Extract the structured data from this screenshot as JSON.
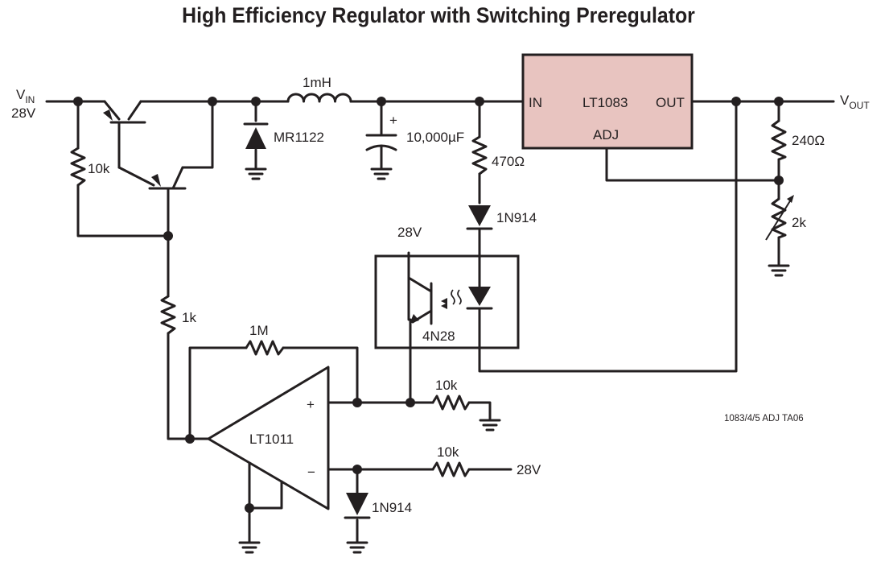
{
  "title": "High Efficiency Regulator with Switching Preregulator",
  "figure_id": "1083/4/5 ADJ TA06",
  "colors": {
    "ic_fill": "#e8c4c0",
    "ink": "#231f20"
  },
  "terminals": {
    "vin_main": "V",
    "vin_sub": "IN",
    "vin_value": "28V",
    "vout_main": "V",
    "vout_sub": "OUT"
  },
  "regulator": {
    "name": "LT1083",
    "pin_in": "IN",
    "pin_out": "OUT",
    "pin_adj": "ADJ"
  },
  "components": {
    "inductor": "1mH",
    "diode_catch": "MR1122",
    "cap_out": "10,000µF",
    "cap_plus": "+",
    "r_feed": "470Ω",
    "diode_led_feed": "1N914",
    "r_top": "240Ω",
    "r_adj": "2k",
    "r_base": "10k",
    "r_drive": "1k",
    "r_feedback": "1M",
    "r_plus": "10k",
    "r_minus": "10k",
    "diode_ref": "1N914",
    "optocoupler": "4N28",
    "opto_supply": "28V",
    "comparator": "LT1011",
    "comp_plus": "+",
    "comp_minus": "−",
    "supply_minus": "28V"
  }
}
